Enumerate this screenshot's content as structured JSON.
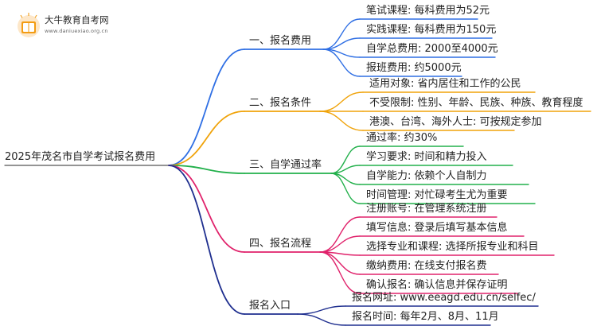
{
  "logo": {
    "name": "大牛教育自考网",
    "url": "www.daniuexiao.org.cn"
  },
  "root": "2025年茂名市自学考试报名费用",
  "colors": {
    "blue": "#2f6fe4",
    "orange": "#f0a30a",
    "green": "#22b04b",
    "magenta": "#e0226b",
    "navy": "#1f2f8f"
  },
  "branches": [
    {
      "label": "一、报名费用",
      "color": "blue",
      "children": [
        "笔试课程: 每科费用为52元",
        "实践课程: 每科费用为150元",
        "自学总费用: 2000至4000元",
        "报班费用: 约5000元"
      ]
    },
    {
      "label": "二、报名条件",
      "color": "orange",
      "children": [
        "适用对象: 省内居住和工作的公民",
        "不受限制: 性别、年龄、民族、种族、教育程度",
        "港澳、台湾、海外人士: 可按规定参加"
      ]
    },
    {
      "label": "三、自学通过率",
      "color": "green",
      "children": [
        "通过率: 约30%",
        "学习要求: 时间和精力投入",
        "自学能力: 依赖个人自制力",
        "时间管理: 对忙碌考生尤为重要"
      ]
    },
    {
      "label": "四、报名流程",
      "color": "magenta",
      "children": [
        "注册账号: 在管理系统注册",
        "填写信息: 登录后填写基本信息",
        "选择专业和课程: 选择所报专业和科目",
        "缴纳费用: 在线支付报名费",
        "确认报名: 确认信息并保存证明"
      ]
    },
    {
      "label": "报名入口",
      "color": "navy",
      "children": [
        "报名网址: www.eeagd.edu.cn/selfec/",
        "报名时间: 每年2月、8月、11月"
      ]
    }
  ]
}
